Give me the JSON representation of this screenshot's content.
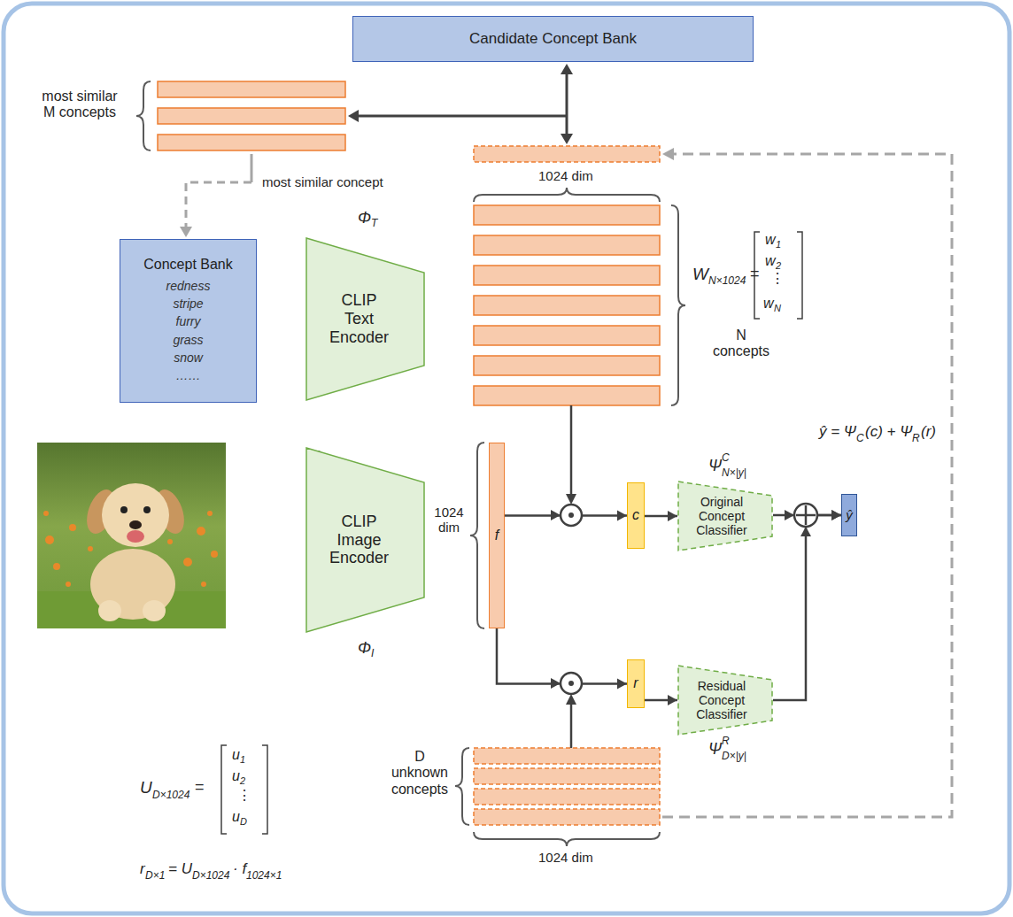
{
  "diagram": {
    "nodes": [
      {
        "text": [
          "Candidate Concept Bank"
        ]
      },
      {
        "text": [
          "Concept Bank",
          "redness",
          "stripe",
          "furry",
          "grass",
          "snow",
          "……"
        ]
      },
      {
        "text": [
          "CLIP Text Encoder"
        ]
      },
      {
        "text": [
          "CLIP Image Encoder"
        ]
      },
      {
        "text": [
          "f"
        ]
      },
      {
        "text": [
          "c"
        ]
      },
      {
        "text": [
          "Original Concept Classifier"
        ]
      },
      {
        "text": [
          "r"
        ]
      },
      {
        "text": [
          "Residual Concept Classifier"
        ]
      },
      {
        "text": [
          "ŷ"
        ]
      }
    ],
    "edges": [
      {
        "from": 4,
        "to": 5,
        "arrow": "to"
      },
      {
        "from": 4,
        "to": 7,
        "arrow": "to"
      },
      {
        "from": 5,
        "to": 6,
        "arrow": "to"
      },
      {
        "from": 7,
        "to": 8,
        "arrow": "to"
      },
      {
        "from": 6,
        "to": 9,
        "arrow": "to"
      },
      {
        "from": 8,
        "to": 9,
        "arrow": "to"
      }
    ],
    "labels": [
      "most similar M concepts",
      "most similar concept",
      "1024 dim",
      "Φ",
      "T",
      "W",
      "N×1024",
      "=",
      "w",
      "1",
      "w",
      "2",
      "⋮",
      "w",
      "N",
      "N concepts",
      "ŷ = Ψ",
      "C",
      "(c) + Ψ",
      "R",
      "(r)",
      "Ψ",
      "C",
      "N×|y|",
      "Ψ",
      "R",
      "D×|y|",
      "1024 dim",
      "Φ",
      "I",
      "D unknown concepts",
      "U",
      "D×1024",
      "=",
      "u",
      "1",
      "u",
      "2",
      "⋮",
      "u",
      "D",
      "r",
      "D×1",
      "= U",
      "D×1024",
      "· f",
      "1024×1",
      "1024 dim"
    ]
  }
}
